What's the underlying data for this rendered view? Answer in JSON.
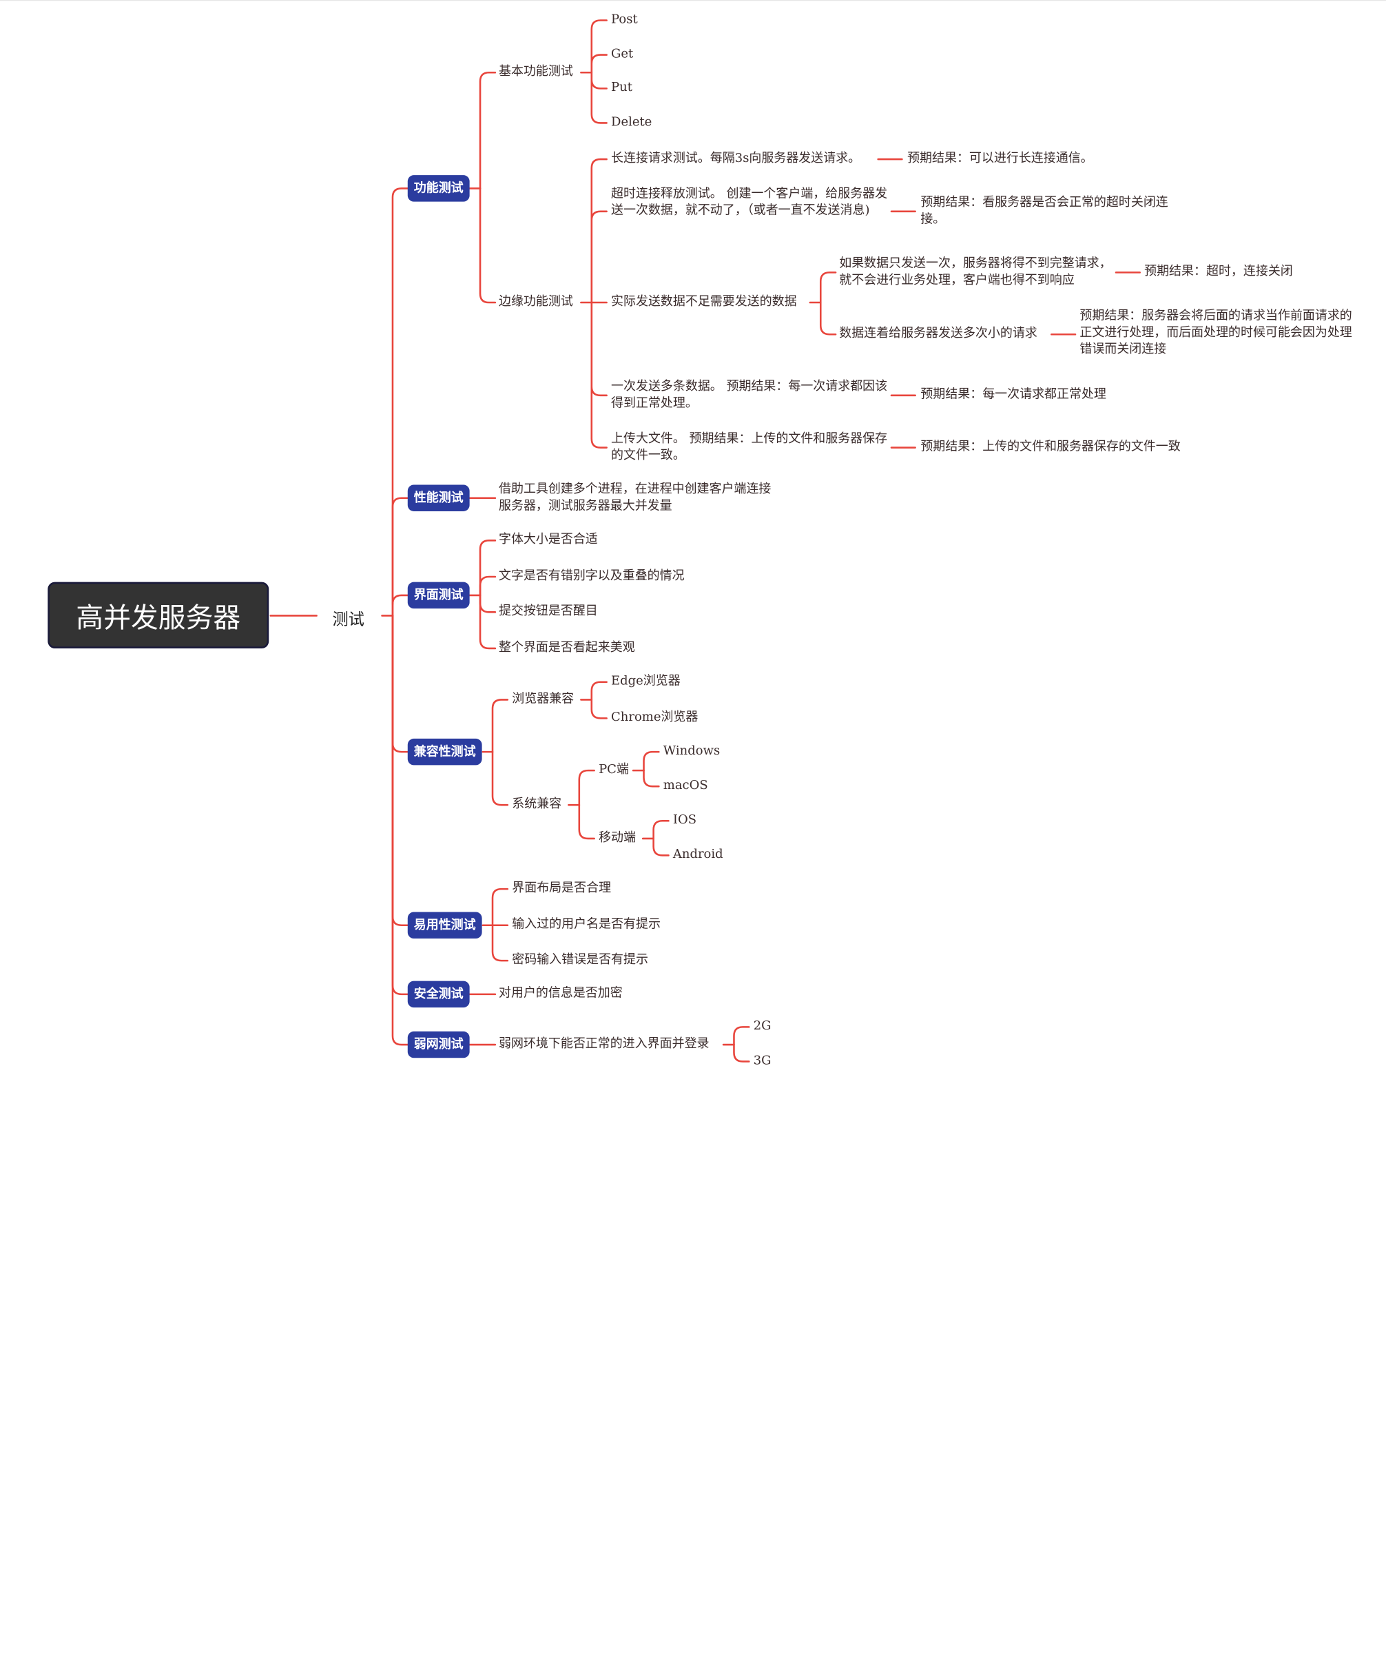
{
  "root": "高并发服务器",
  "hub": "测试",
  "categories": {
    "functional": {
      "label": "功能测试",
      "basic": {
        "label": "基本功能测试",
        "items": [
          "Post",
          "Get",
          "Put",
          "Delete"
        ]
      },
      "edge": {
        "label": "边缘功能测试",
        "items": [
          {
            "text": "长连接请求测试。每隔3s向服务器发送请求。",
            "result": "预期结果：可以进行长连接通信。"
          },
          {
            "text": "超时连接释放测试。 创建一个客户端，给服务器发送一次数据，就不动了，（或者一直不发送消息)",
            "result": "预期结果：看服务器是否会正常的超时关闭连接。"
          },
          {
            "text": "实际发送数据不足需要发送的数据",
            "cases": [
              {
                "text": "如果数据只发送一次，服务器将得不到完整请求，就不会进行业务处理，客户端也得不到响应",
                "result": "预期结果：超时，连接关闭"
              },
              {
                "text": "数据连着给服务器发送多次小的请求",
                "result": "预期结果：服务器会将后面的请求当作前面请求的正文进行处理，而后面处理的时候可能会因为处理错误而关闭连接"
              }
            ]
          },
          {
            "text": "一次发送多条数据。 预期结果：每一次请求都因该得到正常处理。",
            "result": "预期结果：每一次请求都正常处理"
          },
          {
            "text": "上传大文件。 预期结果：上传的文件和服务器保存的文件一致。",
            "result": "预期结果：上传的文件和服务器保存的文件一致"
          }
        ]
      }
    },
    "performance": {
      "label": "性能测试",
      "items": [
        "借助工具创建多个进程，在进程中创建客户端连接服务器，测试服务器最大并发量"
      ]
    },
    "ui": {
      "label": "界面测试",
      "items": [
        "字体大小是否合适",
        "文字是否有错别字以及重叠的情况",
        "提交按钮是否醒目",
        "整个界面是否看起来美观"
      ]
    },
    "compat": {
      "label": "兼容性测试",
      "browser": {
        "label": "浏览器兼容",
        "items": [
          "Edge浏览器",
          "Chrome浏览器"
        ]
      },
      "system": {
        "label": "系统兼容",
        "pc": {
          "label": "PC端",
          "items": [
            "Windows",
            "macOS"
          ]
        },
        "mobile": {
          "label": "移动端",
          "items": [
            "IOS",
            "Android"
          ]
        }
      }
    },
    "usability": {
      "label": "易用性测试",
      "items": [
        "界面布局是否合理",
        "输入过的用户名是否有提示",
        "密码输入错误是否有提示"
      ]
    },
    "security": {
      "label": "安全测试",
      "items": [
        "对用户的信息是否加密"
      ]
    },
    "weaknet": {
      "label": "弱网测试",
      "item": "弱网环境下能否正常的进入界面并登录",
      "subitems": [
        "2G",
        "3G"
      ]
    }
  },
  "colors": {
    "connector": "#e8453c",
    "category_bg": "#2b3c9f",
    "root_bg": "#333333",
    "text": "#3a2c2c"
  }
}
